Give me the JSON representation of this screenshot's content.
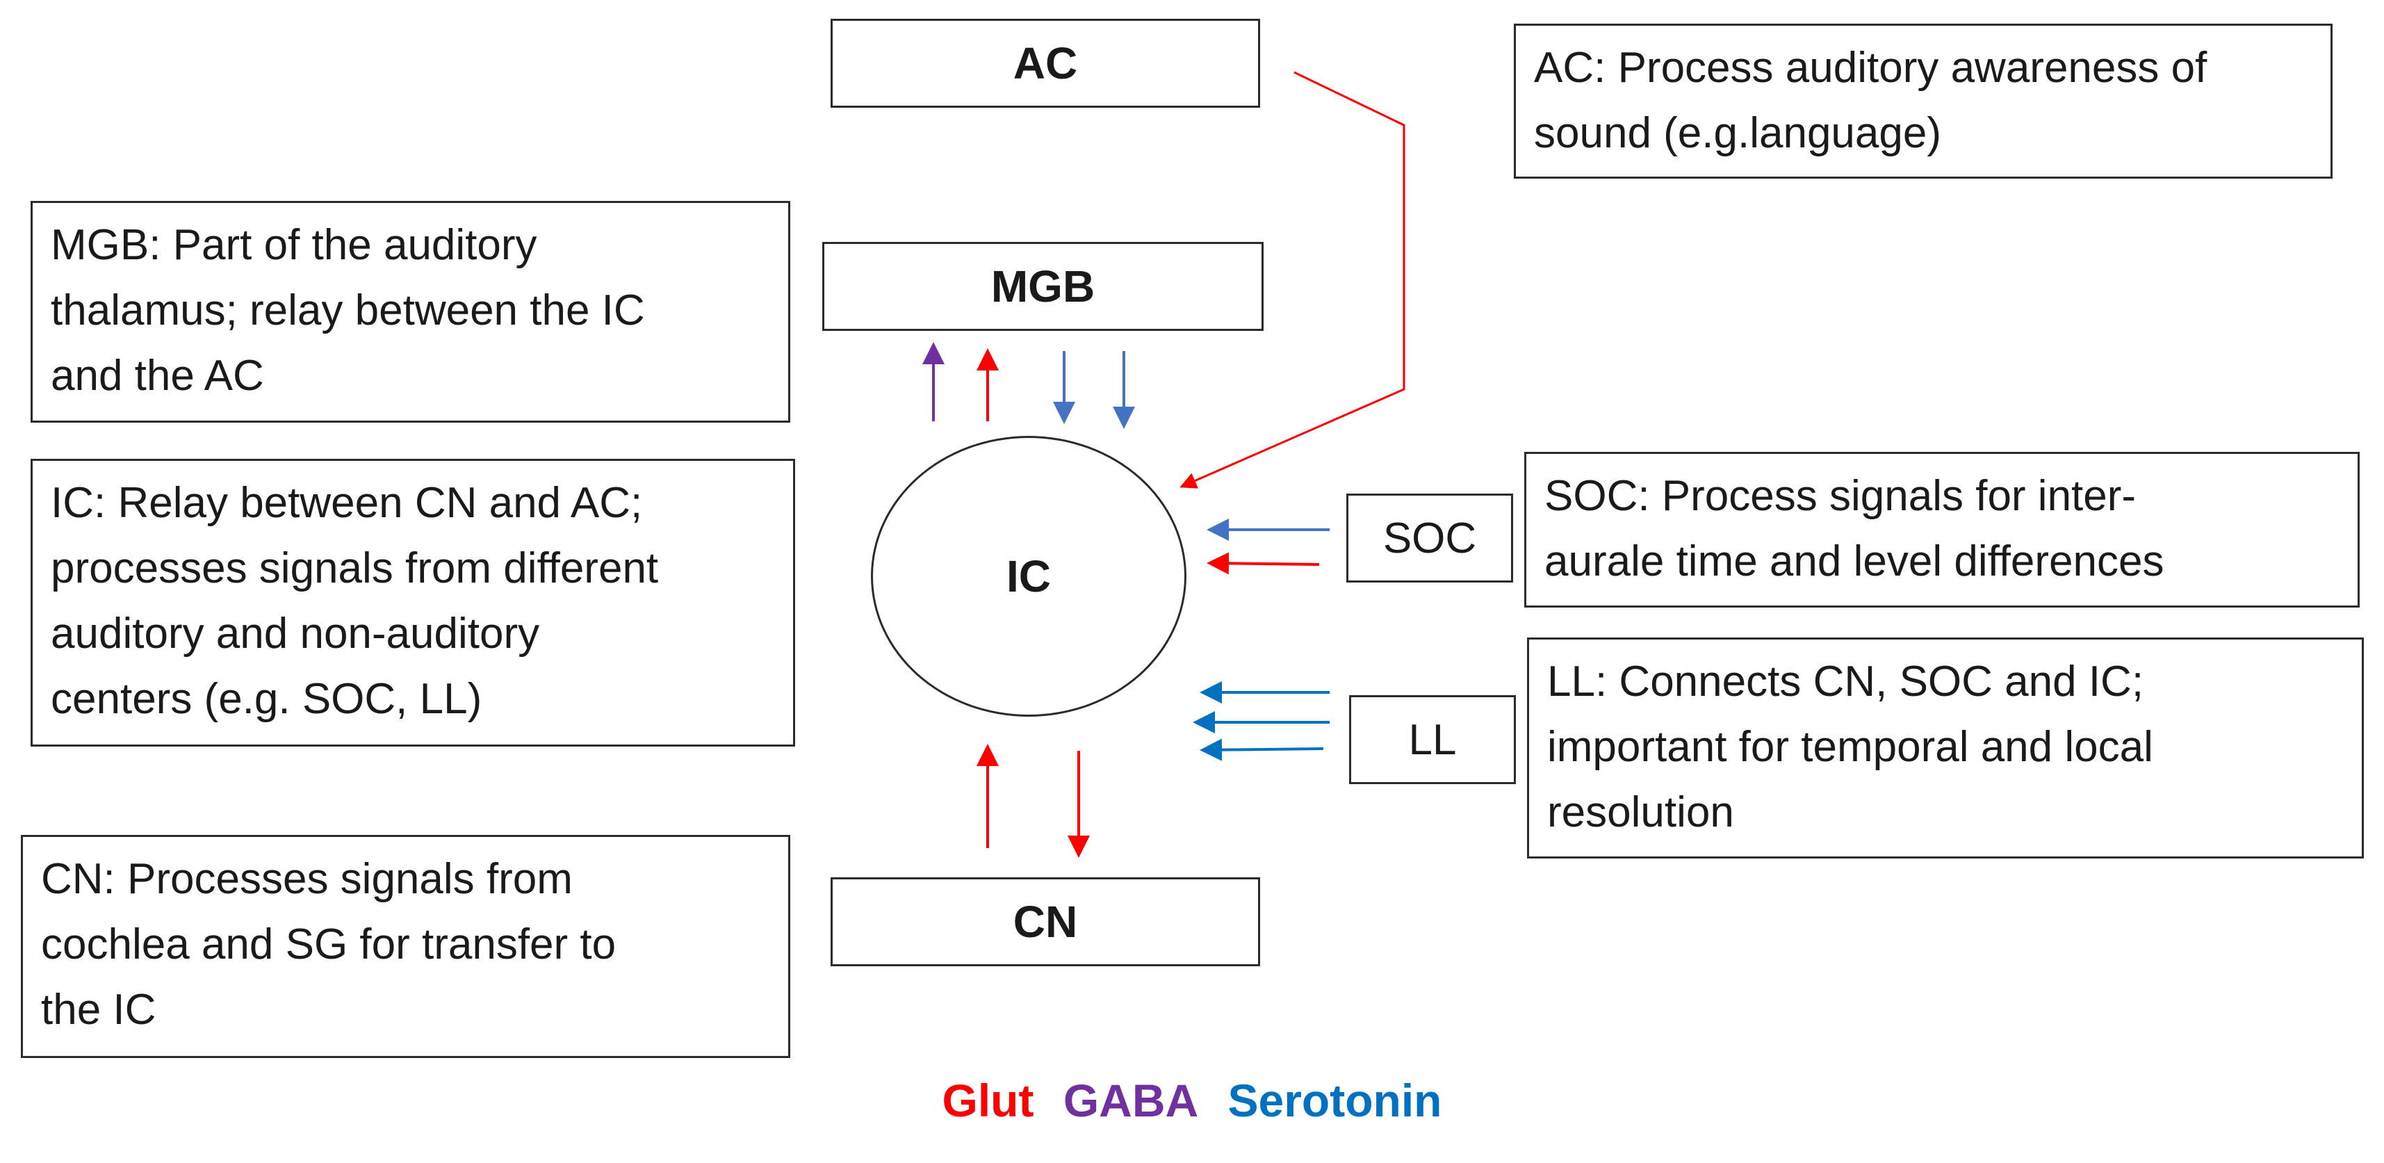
{
  "nodes": {
    "ac": "AC",
    "mgb": "MGB",
    "ic": "IC",
    "cn": "CN",
    "soc": "SOC",
    "ll": "LL"
  },
  "descriptions": {
    "ac": "AC: Process auditory awareness of\nsound (e.g.language)",
    "mgb": "MGB: Part of the auditory\nthalamus; relay between the IC\nand the AC",
    "ic": "IC: Relay between CN and AC;\nprocesses signals from different\nauditory and non-auditory\ncenters (e.g. SOC, LL)",
    "cn": "CN: Processes signals from\ncochlea and SG for transfer to\nthe IC",
    "soc": "SOC: Process signals for inter-\naurale time and level differences",
    "ll": "LL: Connects CN, SOC and IC;\nimportant for temporal and local\nresolution"
  },
  "legend": {
    "glut": "Glut",
    "gaba": "GABA",
    "serotonin": "Serotonin"
  },
  "colors": {
    "glut": "#ff0000",
    "gaba": "#7030a0",
    "serotonin": "#0070c0",
    "serotonin_light": "#4472c4"
  },
  "connections": [
    {
      "from": "AC",
      "to": "IC",
      "transmitter": "Glut"
    },
    {
      "from": "IC",
      "to": "MGB",
      "transmitter": "GABA"
    },
    {
      "from": "IC",
      "to": "MGB",
      "transmitter": "Glut"
    },
    {
      "from": "MGB",
      "to": "IC",
      "transmitter": "Serotonin"
    },
    {
      "from": "MGB",
      "to": "IC",
      "transmitter": "Serotonin"
    },
    {
      "from": "SOC",
      "to": "IC",
      "transmitter": "Serotonin"
    },
    {
      "from": "SOC",
      "to": "IC",
      "transmitter": "Glut"
    },
    {
      "from": "LL",
      "to": "IC",
      "transmitter": "Serotonin"
    },
    {
      "from": "LL",
      "to": "IC",
      "transmitter": "Serotonin"
    },
    {
      "from": "LL",
      "to": "IC",
      "transmitter": "Serotonin"
    },
    {
      "from": "CN",
      "to": "IC",
      "transmitter": "Glut"
    },
    {
      "from": "IC",
      "to": "CN",
      "transmitter": "Glut"
    }
  ]
}
